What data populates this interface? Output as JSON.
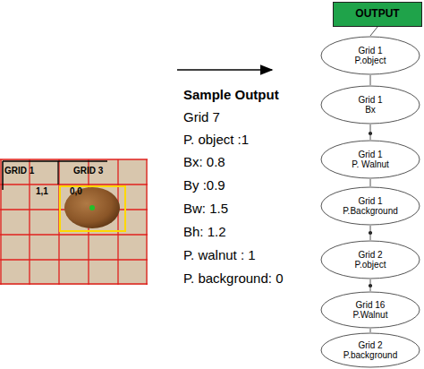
{
  "diagram": {
    "nodes": [
      {
        "text": [
          "OUTPUT"
        ]
      },
      {
        "text": [
          "Grid 1",
          "P.object"
        ]
      },
      {
        "text": [
          "Grid 1",
          "Bx"
        ]
      },
      {
        "text": [
          "Grid 1",
          "P. Walnut"
        ]
      },
      {
        "text": [
          "Grid 1",
          "P.Background"
        ]
      },
      {
        "text": [
          "Grid 2",
          "P.object"
        ]
      },
      {
        "text": [
          "Grid 16",
          "P.Walnut"
        ]
      },
      {
        "text": [
          "Grid 2",
          "P.background"
        ]
      }
    ],
    "edges": [
      {
        "from": 0,
        "to": 1,
        "arrow": "none"
      },
      {
        "from": 1,
        "to": 2,
        "arrow": "none"
      },
      {
        "from": 2,
        "to": 3,
        "arrow": "none"
      },
      {
        "from": 3,
        "to": 4,
        "arrow": "none"
      },
      {
        "from": 4,
        "to": 5,
        "arrow": "none"
      },
      {
        "from": 5,
        "to": 6,
        "arrow": "none"
      },
      {
        "from": 6,
        "to": 7,
        "arrow": "none"
      }
    ],
    "labels": [
      "GRID 1",
      "GRID 3",
      "1,1",
      "0,0",
      "Sample Output",
      "Grid 7",
      "P. object :1",
      "Bx: 0.8",
      "By :0.9",
      "Bw: 1.5",
      "Bh: 1.2",
      "P. walnut : 1",
      "P. background: 0"
    ]
  }
}
